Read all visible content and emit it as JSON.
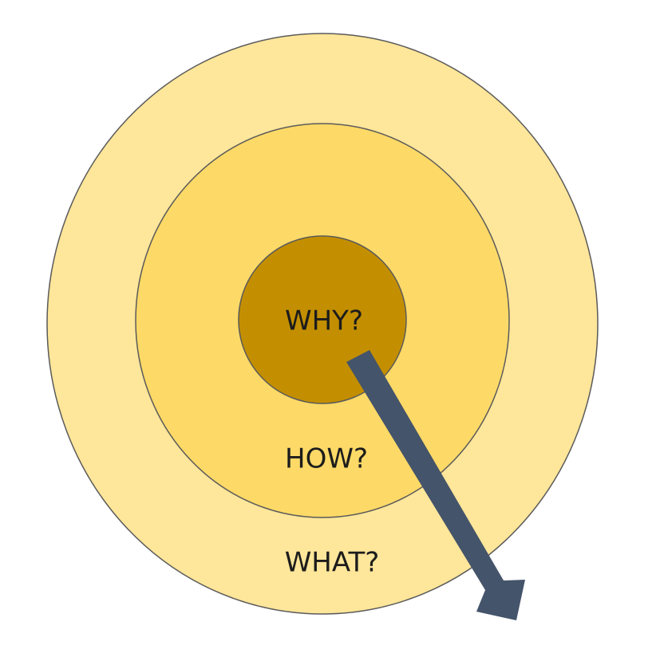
{
  "diagram": {
    "rings": [
      {
        "id": "outer",
        "label": "WHAT?",
        "color": "#FEE69A"
      },
      {
        "id": "middle",
        "label": "HOW?",
        "color": "#FDD967"
      },
      {
        "id": "inner",
        "label": "WHY?",
        "color": "#C38F00"
      }
    ],
    "arrow": {
      "color": "#44546A",
      "direction": "inside-out"
    }
  }
}
